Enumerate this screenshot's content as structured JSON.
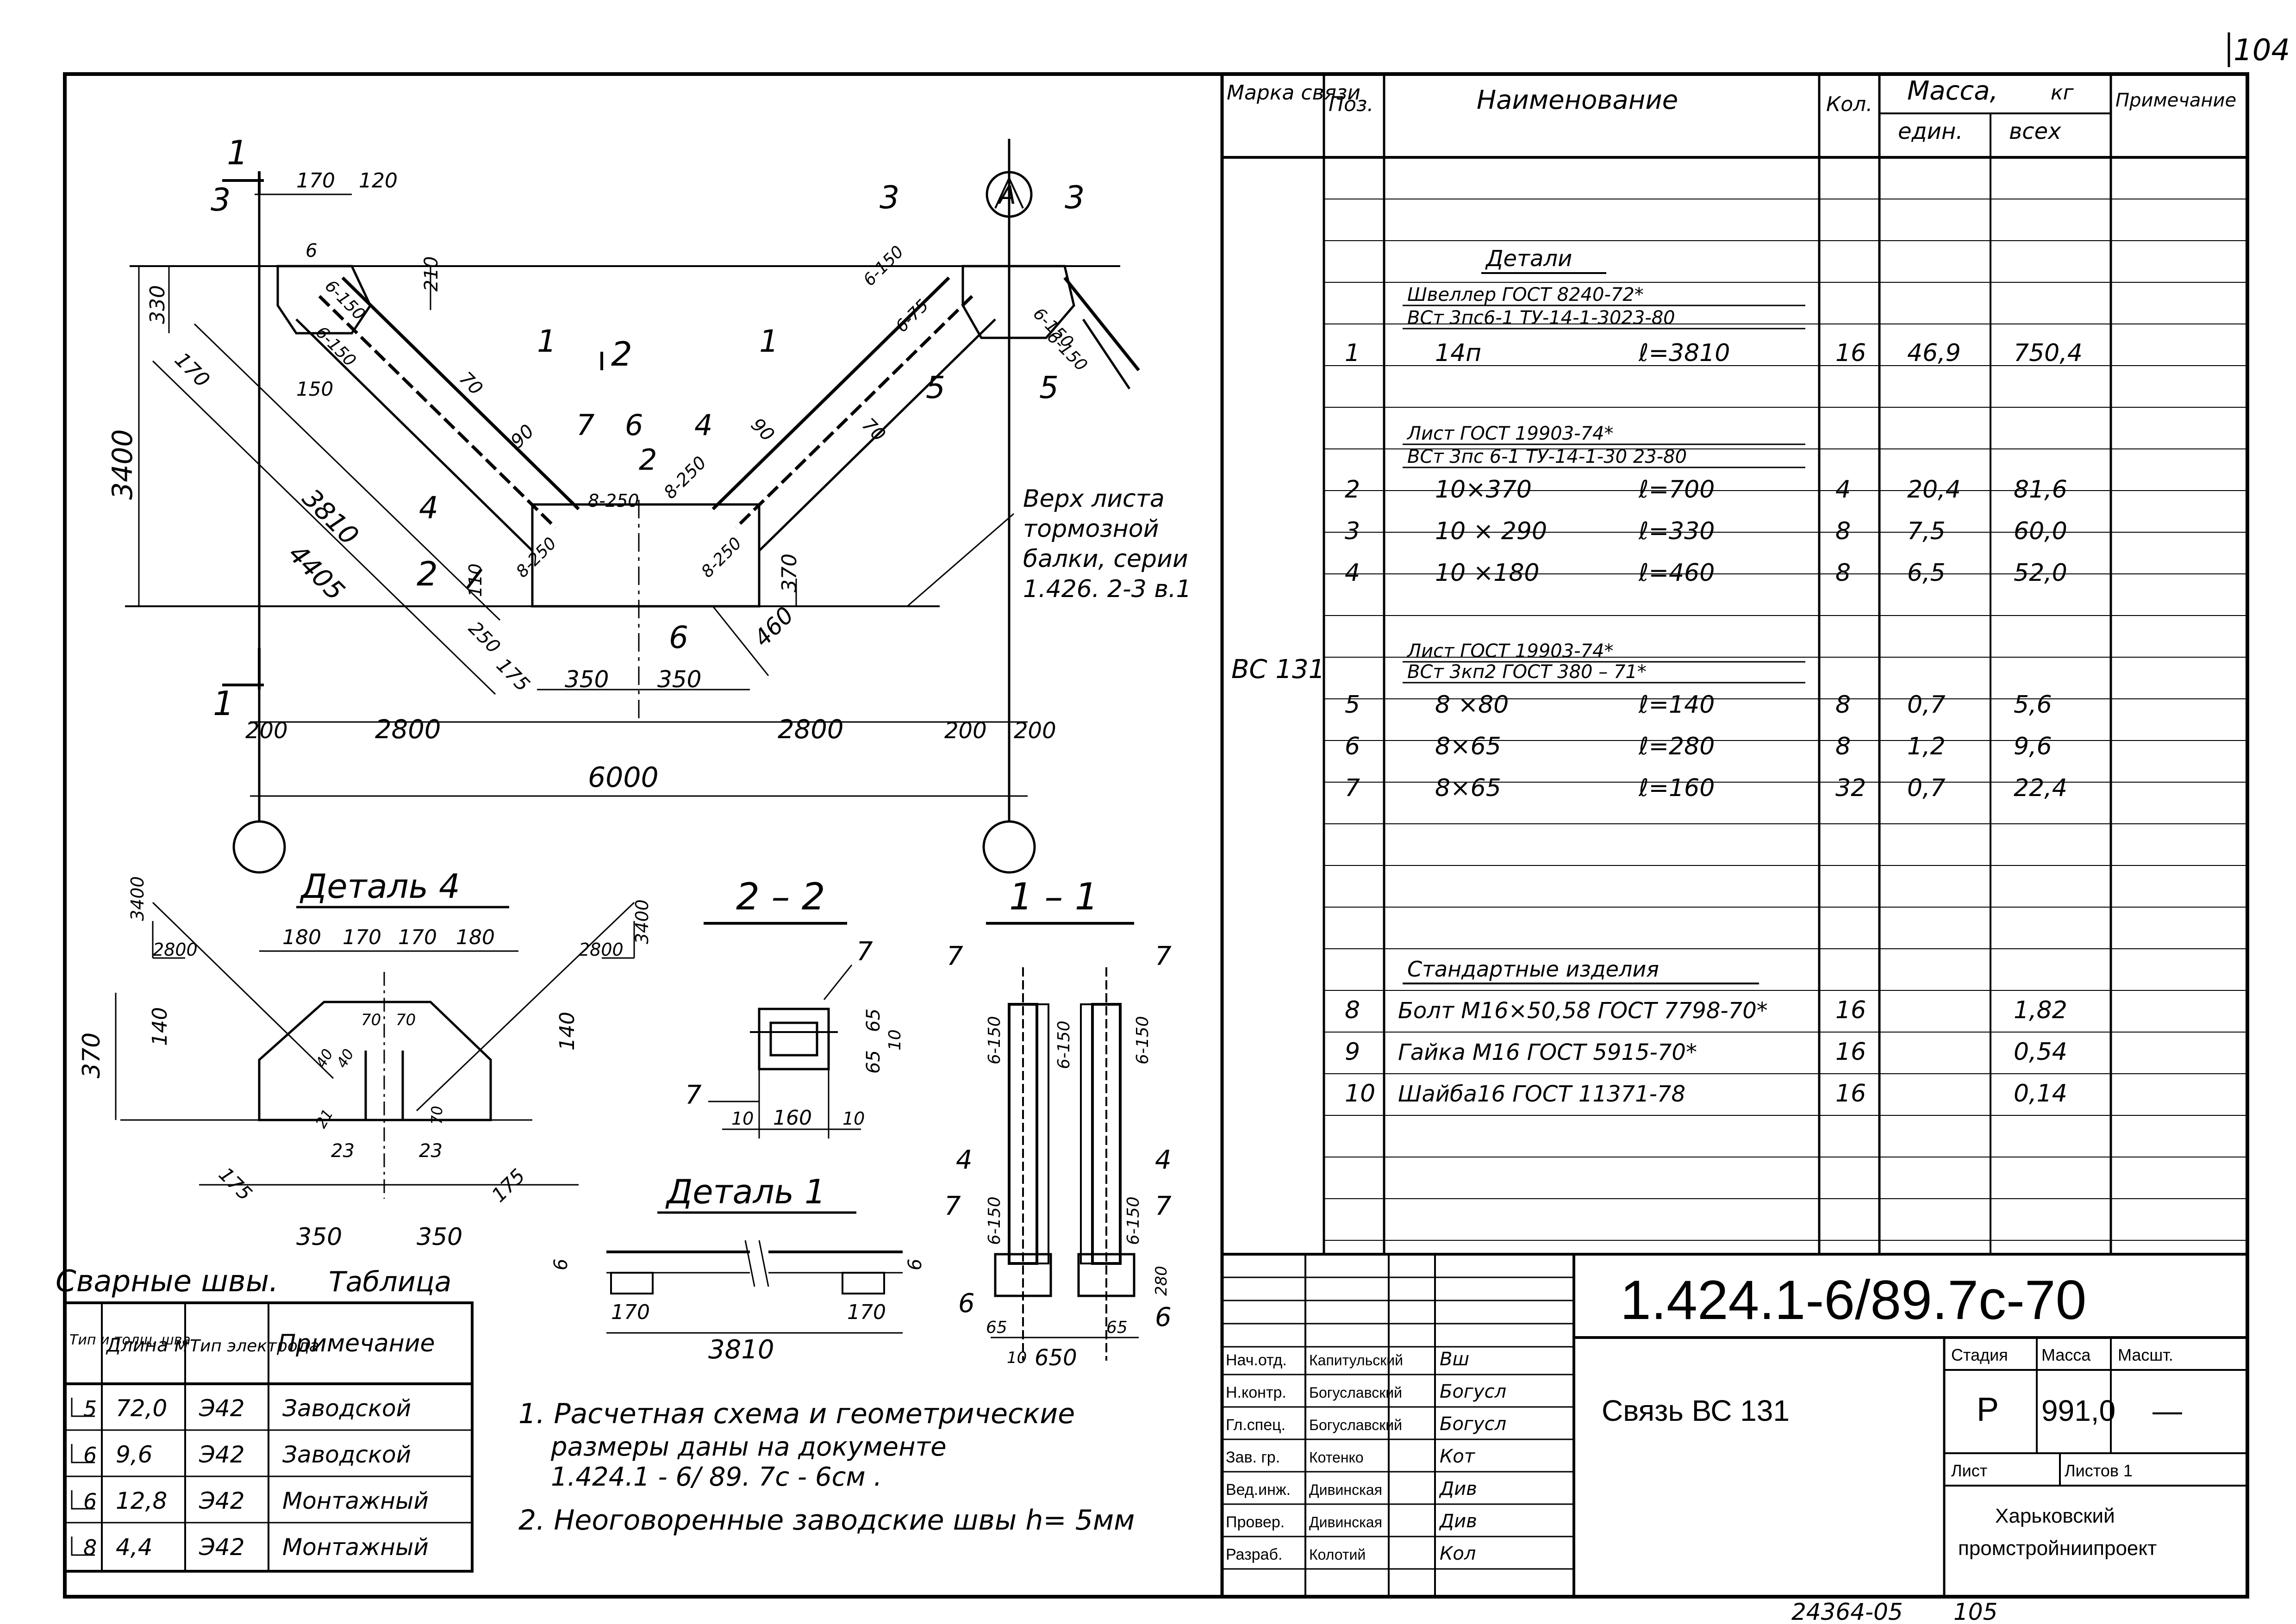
{
  "sheet": {
    "page_number": "104",
    "bottom_number": "24364-05",
    "bottom_page": "105"
  },
  "drawing": {
    "section_marks": [
      "1",
      "1",
      "2",
      "2",
      "3",
      "3",
      "3",
      "4",
      "5",
      "5",
      "6",
      "6",
      "7",
      "2",
      "1",
      "1",
      "4"
    ],
    "dims": {
      "d170": "170",
      "d120": "120",
      "d330": "330",
      "d210": "210",
      "d170b": "170",
      "d150": "150",
      "d3400": "3400",
      "d3810": "3810",
      "d4405": "4405",
      "d250": "250",
      "d175": "175",
      "d350a": "350",
      "d350b": "350",
      "d2800a": "2800",
      "d2800b": "2800",
      "d200a": "200",
      "d200b": "200",
      "d200c": "200",
      "d6000": "6000",
      "d370": "370",
      "d460": "460",
      "d90": "90",
      "d70": "70",
      "d70b": "70",
      "d90b": "90",
      "d110": "110",
      "d6": "6",
      "w6_150a": "6-150",
      "w6_150b": "6-150",
      "w6_150c": "6-150",
      "w6_150d": "6-150",
      "w6_150e": "6-150",
      "w6_75": "6-75",
      "w8_250a": "8-250",
      "w8_250b": "8-250",
      "w8_250c": "8-250",
      "w8_250d": "8-250"
    },
    "note_top": [
      "Верх листа",
      "тормозной",
      "балки, серии",
      "1.426. 2-3 в.1"
    ],
    "axis_mark": "А"
  },
  "detail4": {
    "title": "Деталь 4",
    "slope_left": [
      "3400",
      "2800"
    ],
    "slope_right": [
      "3400",
      "2800"
    ],
    "dims": [
      "180",
      "170",
      "170",
      "180",
      "140",
      "370",
      "140",
      "70",
      "70",
      "40",
      "40",
      "70",
      "21",
      "23",
      "23",
      "175",
      "175",
      "350",
      "350"
    ]
  },
  "section22": {
    "title": "2 – 2",
    "dims": [
      "7",
      "65",
      "65",
      "10",
      "7",
      "10",
      "160",
      "10"
    ]
  },
  "section11": {
    "title": "1 – 1",
    "dims": [
      "7",
      "7",
      "6-150",
      "6-150",
      "6-150",
      "4",
      "4",
      "7",
      "7",
      "6-150",
      "6-150",
      "6",
      "6",
      "65",
      "65",
      "10",
      "650",
      "280"
    ]
  },
  "detail1": {
    "title": "Деталь 1",
    "dims": [
      "6",
      "6",
      "170",
      "170",
      "3810"
    ]
  },
  "weld_table": {
    "title": "Сварные швы.",
    "title2": "Таблица",
    "headers": [
      "Тип и толщ. шва",
      "Длина м",
      "Тип электрода",
      "Примечание"
    ],
    "rows": [
      [
        "5",
        "72,0",
        "Э42",
        "Заводской"
      ],
      [
        "6",
        "9,6",
        "Э42",
        "Заводской"
      ],
      [
        "6",
        "12,8",
        "Э42",
        "Монтажный"
      ],
      [
        "8",
        "4,4",
        "Э42",
        "Монтажный"
      ]
    ]
  },
  "notes": [
    "1. Расчетная схема и геометрические",
    "размеры даны на документе",
    "1.424.1 - 6/ 89. 7с - 6см .",
    "2. Неоговоренные заводские швы h= 5мм"
  ],
  "spec": {
    "headers": {
      "mark": "Марка связи",
      "pos": "Поз.",
      "name": "Наименование",
      "qty": "Кол.",
      "mass": "Масса,",
      "kg": "кг",
      "unit": "един.",
      "total": "всех",
      "note": "Примечание"
    },
    "mark_value": "ВС 131",
    "section_details": "Детали",
    "group1": [
      "Швеллер    ГОСТ 8240-72*",
      "ВСт 3пс6-1   ТУ-14-1-3023-80"
    ],
    "group2": [
      "Лист         ГОСТ 19903-74*",
      "ВСт 3пс 6-1  ТУ-14-1-30 23-80"
    ],
    "group3": [
      "Лист          ГОСТ 19903-74*",
      "ВСт 3кп2     ГОСТ 380 – 71*"
    ],
    "section_std": "Стандартные изделия",
    "rows": [
      {
        "pos": "1",
        "name": "14п",
        "len": "ℓ=3810",
        "qty": "16",
        "unit": "46,9",
        "total": "750,4"
      },
      {
        "pos": "2",
        "name": "10×370",
        "len": "ℓ=700",
        "qty": "4",
        "unit": "20,4",
        "total": "81,6"
      },
      {
        "pos": "3",
        "name": "10 × 290",
        "len": "ℓ=330",
        "qty": "8",
        "unit": "7,5",
        "total": "60,0"
      },
      {
        "pos": "4",
        "name": "10 ×180",
        "len": "ℓ=460",
        "qty": "8",
        "unit": "6,5",
        "total": "52,0"
      },
      {
        "pos": "5",
        "name": "8 ×80",
        "len": "ℓ=140",
        "qty": "8",
        "unit": "0,7",
        "total": "5,6"
      },
      {
        "pos": "6",
        "name": "8×65",
        "len": "ℓ=280",
        "qty": "8",
        "unit": "1,2",
        "total": "9,6"
      },
      {
        "pos": "7",
        "name": "8×65",
        "len": "ℓ=160",
        "qty": "32",
        "unit": "0,7",
        "total": "22,4"
      },
      {
        "pos": "8",
        "name": "Болт М16×50,58 ГОСТ 7798-70*",
        "len": "",
        "qty": "16",
        "unit": "",
        "total": "1,82"
      },
      {
        "pos": "9",
        "name": "Гайка М16  ГОСТ 5915-70*",
        "len": "",
        "qty": "16",
        "unit": "",
        "total": "0,54"
      },
      {
        "pos": "10",
        "name": "Шайба16  ГОСТ 11371-78",
        "len": "",
        "qty": "16",
        "unit": "",
        "total": "0,14"
      }
    ]
  },
  "title_block": {
    "code": "1.424.1-6/89.7с-70",
    "title": "Связь  ВС 131",
    "stage_label": "Стадия",
    "mass_label": "Масса",
    "scale_label": "Масшт.",
    "stage": "Р",
    "mass": "991,0",
    "scale": "—",
    "sheet_label": "Лист",
    "sheets_label": "Листов 1",
    "org": [
      "Харьковский",
      "промстройниипроект"
    ],
    "people": [
      [
        "Нач.отд.",
        "Капитульский",
        "Вш"
      ],
      [
        "Н.контр.",
        "Богуславский",
        "Богусл"
      ],
      [
        "Гл.спец.",
        "Богуславский",
        "Богусл"
      ],
      [
        "Зав. гр.",
        "Котенко",
        "Кот"
      ],
      [
        "Вед.инж.",
        "Дивинская",
        "Див"
      ],
      [
        "Провер.",
        "Дивинская",
        "Див"
      ],
      [
        "Разраб.",
        "Колотий",
        "Кол"
      ]
    ]
  }
}
